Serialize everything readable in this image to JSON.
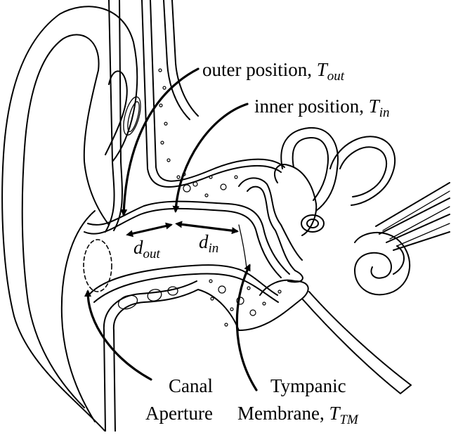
{
  "labels": {
    "outer_position": {
      "text": "outer position, ",
      "symbol": "T",
      "subscript": "out"
    },
    "inner_position": {
      "text": "inner position, ",
      "symbol": "T",
      "subscript": "in"
    },
    "d_out": {
      "symbol": "d",
      "subscript": "out"
    },
    "d_in": {
      "symbol": "d",
      "subscript": "in"
    },
    "canal_aperture": {
      "line1": "Canal",
      "line2": "Aperture"
    },
    "tympanic_membrane": {
      "line1": "Tympanic",
      "line2": "Membrane, ",
      "symbol": "T",
      "subscript": "TM"
    }
  }
}
